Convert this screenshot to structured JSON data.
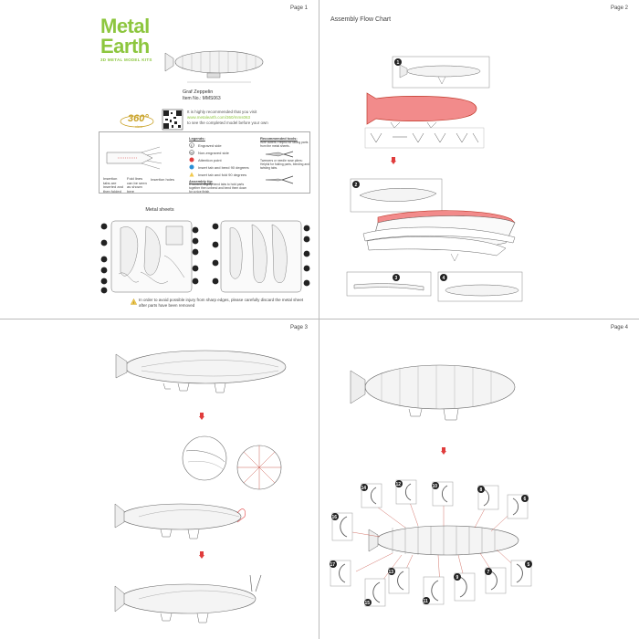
{
  "pages": {
    "p1": {
      "label": "Page 1",
      "logo_line1": "Metal",
      "logo_line2": "Earth",
      "tagline": "3D METAL MODEL KITS",
      "model_name": "Graf Zeppelin",
      "item_no": "Item No.: MMS063",
      "badge_360": "360°",
      "badge_view": "view",
      "tip_line1": "It is highly recommended that you visit",
      "tip_url": "www.metalearth.com/360/mms063",
      "tip_line3": "to see the completed model before your own",
      "legend": {
        "title": "Legends:",
        "engraved": "Engraved side",
        "non_engraved": "Non-engraved side",
        "attention": "Attention point",
        "insert_bend": "Insert tab and bend 90 degrees",
        "insert_fold": "Insert tab and fold 90 degrees",
        "tools_title": "Recommended tools:",
        "tools_cutters": "Wire cutters: Helpful for taking parts from the metal sheets.",
        "tools_pliers": "Tweezers or needle nose pliers: Helpful for folding parts, bending and twisting tabs.",
        "assembly_title": "Assembly tip:",
        "assembly_text": "If needed, slightly bend tabs to hold parts together then unbend and bend them down for a nice finish.",
        "label_insertion_left": "Insertion tabs are inserted and then folded",
        "label_fold": "Fold lines can be seen as shown here",
        "label_insertion_holes": "Insertion holes"
      },
      "metal_sheets": "Metal sheets",
      "warning": "In order to avoid possible injury from sharp edges, please carefully discard the metal sheet after parts have been removed"
    },
    "p2": {
      "label": "Page 2",
      "title": "Assembly Flow Chart",
      "step_numbers": [
        "1",
        "2",
        "3",
        "4"
      ]
    },
    "p3": {
      "label": "Page 3"
    },
    "p4": {
      "label": "Page 4",
      "ring_numbers": [
        "5",
        "6",
        "7",
        "8",
        "9",
        "10",
        "11",
        "12",
        "13",
        "14",
        "15",
        "16",
        "17"
      ]
    }
  },
  "colors": {
    "brand_green": "#8dc63f",
    "accent_red": "#e03c3c",
    "highlight_pink": "#f28b8b",
    "badge_gold": "#c9a227",
    "outline": "#555555"
  }
}
